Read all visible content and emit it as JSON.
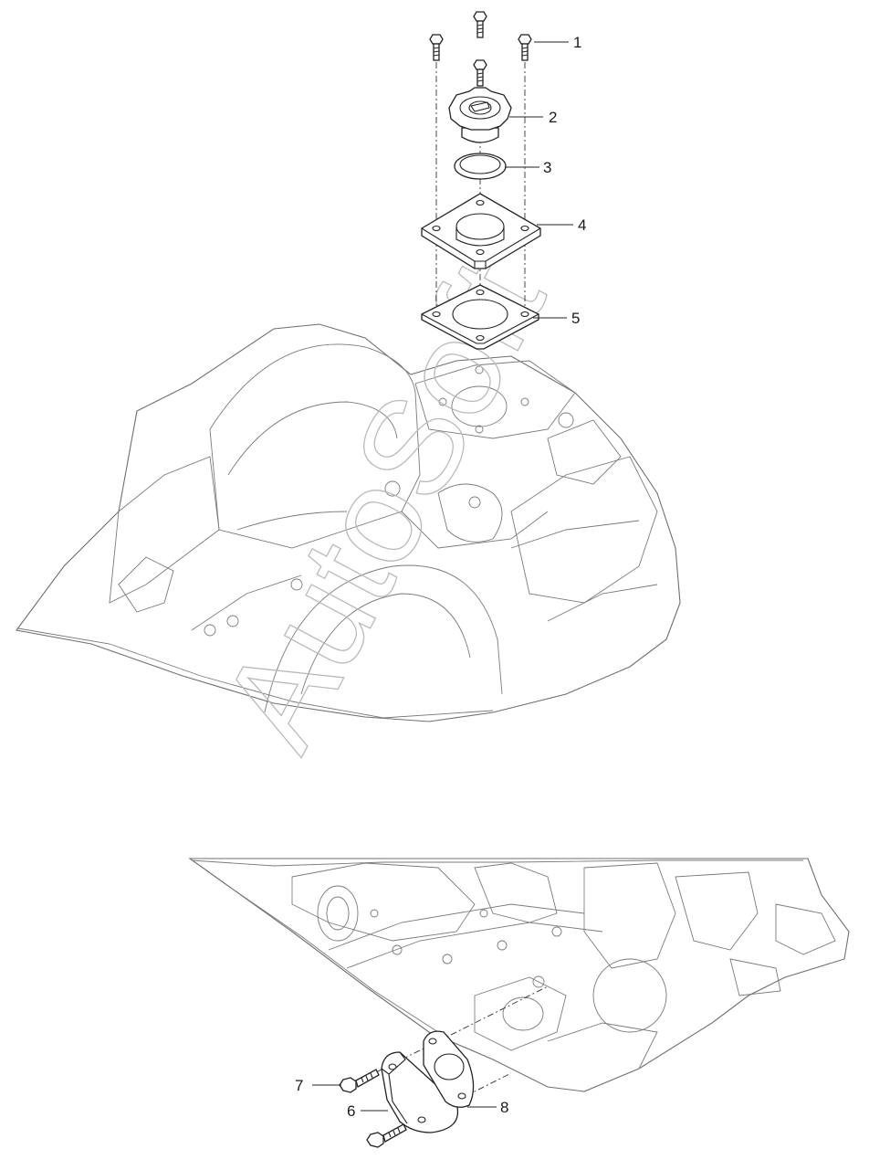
{
  "diagram": {
    "callouts": [
      {
        "id": "1",
        "label": "1"
      },
      {
        "id": "2",
        "label": "2"
      },
      {
        "id": "3",
        "label": "3"
      },
      {
        "id": "4",
        "label": "4"
      },
      {
        "id": "5",
        "label": "5"
      },
      {
        "id": "6",
        "label": "6"
      },
      {
        "id": "7",
        "label": "7"
      },
      {
        "id": "8",
        "label": "8"
      }
    ],
    "watermark": "AutoSoft",
    "colors": {
      "line": "#222222",
      "engine_line": "#6f6f6f",
      "watermark": "#b9b9b9",
      "background": "#ffffff"
    }
  }
}
